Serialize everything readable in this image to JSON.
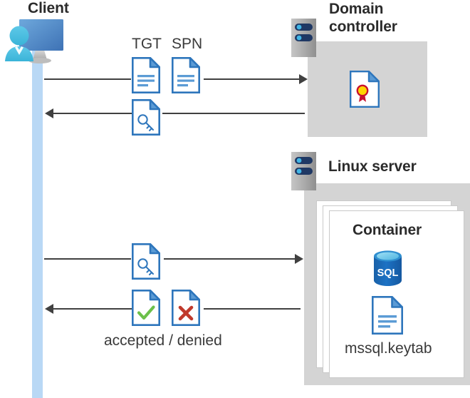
{
  "diagram": {
    "title_client": "Client",
    "title_domain_controller": "Domain\ncontroller",
    "domain_controller_line1": "Domain",
    "domain_controller_line2": "controller",
    "title_linux_server": "Linux server",
    "title_container": "Container",
    "label_tgt": "TGT",
    "label_spn": "SPN",
    "label_keytab": "mssql.keytab",
    "label_accepted_denied": "accepted / denied"
  },
  "icons": {
    "client": "client-workstation-icon",
    "server_dc": "server-rack-icon",
    "server_linux": "server-rack-icon",
    "certificate": "certificate-document-icon",
    "ticket_tgt": "text-document-icon",
    "ticket_spn": "text-document-icon",
    "key_ticket_1": "key-document-icon",
    "key_ticket_2": "key-document-icon",
    "accepted": "check-document-icon",
    "denied": "cross-document-icon",
    "sql_database": "sql-database-icon",
    "keytab_file": "text-document-icon"
  },
  "flows": [
    {
      "name": "client-to-dc-request",
      "direction": "right",
      "payload": [
        "TGT",
        "SPN"
      ]
    },
    {
      "name": "dc-to-client-response",
      "direction": "left",
      "payload": [
        "service ticket"
      ]
    },
    {
      "name": "client-to-linux-request",
      "direction": "right",
      "payload": [
        "service ticket"
      ]
    },
    {
      "name": "linux-to-client-result",
      "direction": "left",
      "payload": [
        "accepted",
        "denied"
      ]
    }
  ],
  "colors": {
    "zone_gray": "#d4d4d4",
    "lifeline_blue": "#b9d8f5",
    "doc_blue": "#2e76bc",
    "doc_fold_blue": "#5b9bd5",
    "accent_green": "#6cc04a",
    "accent_red": "#c0392b",
    "sql_blue": "#0f6cbd",
    "seal_yellow": "#ffd500",
    "seal_red": "#c8102e",
    "arrow_dark": "#404040",
    "text_dark": "#2b2b2b",
    "server_gray_light": "#c9c9c9",
    "server_gray_dark": "#8c8c8c",
    "server_navy": "#1f3864",
    "server_dot_cyan": "#41b6e6"
  },
  "chart_data": null
}
